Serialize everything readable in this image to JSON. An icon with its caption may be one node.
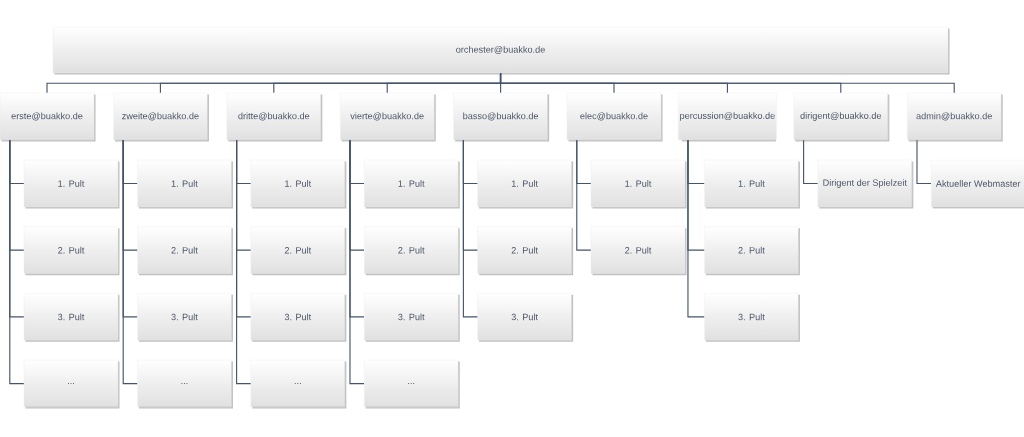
{
  "diagram": {
    "nodes": [
      {
        "text": [
          "orchester@buakko.de"
        ]
      },
      {
        "text": [
          "erste@buakko.de"
        ]
      },
      {
        "text": [
          "zweite@buakko.de"
        ]
      },
      {
        "text": [
          "dritte@buakko.de"
        ]
      },
      {
        "text": [
          "vierte@buakko.de"
        ]
      },
      {
        "text": [
          "basso@buakko.de"
        ]
      },
      {
        "text": [
          "elec@buakko.de"
        ]
      },
      {
        "text": [
          "percussion@buakko.de"
        ]
      },
      {
        "text": [
          "dirigent@buakko.de"
        ]
      },
      {
        "text": [
          "admin@buakko.de"
        ]
      },
      {
        "text": [
          "1. Pult"
        ]
      },
      {
        "text": [
          "2. Pult"
        ]
      },
      {
        "text": [
          "3. Pult"
        ]
      },
      {
        "text": [
          "..."
        ]
      },
      {
        "text": [
          "1. Pult"
        ]
      },
      {
        "text": [
          "2. Pult"
        ]
      },
      {
        "text": [
          "3. Pult"
        ]
      },
      {
        "text": [
          "..."
        ]
      },
      {
        "text": [
          "1. Pult"
        ]
      },
      {
        "text": [
          "2. Pult"
        ]
      },
      {
        "text": [
          "3. Pult"
        ]
      },
      {
        "text": [
          "..."
        ]
      },
      {
        "text": [
          "1. Pult"
        ]
      },
      {
        "text": [
          "2. Pult"
        ]
      },
      {
        "text": [
          "3. Pult"
        ]
      },
      {
        "text": [
          "..."
        ]
      },
      {
        "text": [
          "1. Pult"
        ]
      },
      {
        "text": [
          "2. Pult"
        ]
      },
      {
        "text": [
          "3. Pult"
        ]
      },
      {
        "text": [
          "1. Pult"
        ]
      },
      {
        "text": [
          "2. Pult"
        ]
      },
      {
        "text": [
          "1. Pult"
        ]
      },
      {
        "text": [
          "2. Pult"
        ]
      },
      {
        "text": [
          "3. Pult"
        ]
      },
      {
        "text": [
          "Dirigent der Spielzeit"
        ]
      },
      {
        "text": [
          "Aktueller Webmaster"
        ]
      }
    ],
    "edges": [
      {
        "from": 0,
        "to": 1,
        "arrow": "none"
      },
      {
        "from": 0,
        "to": 2,
        "arrow": "none"
      },
      {
        "from": 0,
        "to": 3,
        "arrow": "none"
      },
      {
        "from": 0,
        "to": 4,
        "arrow": "none"
      },
      {
        "from": 0,
        "to": 5,
        "arrow": "none"
      },
      {
        "from": 0,
        "to": 6,
        "arrow": "none"
      },
      {
        "from": 0,
        "to": 7,
        "arrow": "none"
      },
      {
        "from": 0,
        "to": 8,
        "arrow": "none"
      },
      {
        "from": 0,
        "to": 9,
        "arrow": "none"
      },
      {
        "from": 1,
        "to": 10,
        "arrow": "none"
      },
      {
        "from": 1,
        "to": 11,
        "arrow": "none"
      },
      {
        "from": 1,
        "to": 12,
        "arrow": "none"
      },
      {
        "from": 1,
        "to": 13,
        "arrow": "none"
      },
      {
        "from": 2,
        "to": 14,
        "arrow": "none"
      },
      {
        "from": 2,
        "to": 15,
        "arrow": "none"
      },
      {
        "from": 2,
        "to": 16,
        "arrow": "none"
      },
      {
        "from": 2,
        "to": 17,
        "arrow": "none"
      },
      {
        "from": 3,
        "to": 18,
        "arrow": "none"
      },
      {
        "from": 3,
        "to": 19,
        "arrow": "none"
      },
      {
        "from": 3,
        "to": 20,
        "arrow": "none"
      },
      {
        "from": 3,
        "to": 21,
        "arrow": "none"
      },
      {
        "from": 4,
        "to": 22,
        "arrow": "none"
      },
      {
        "from": 4,
        "to": 23,
        "arrow": "none"
      },
      {
        "from": 4,
        "to": 24,
        "arrow": "none"
      },
      {
        "from": 4,
        "to": 25,
        "arrow": "none"
      },
      {
        "from": 5,
        "to": 26,
        "arrow": "none"
      },
      {
        "from": 5,
        "to": 27,
        "arrow": "none"
      },
      {
        "from": 5,
        "to": 28,
        "arrow": "none"
      },
      {
        "from": 6,
        "to": 29,
        "arrow": "none"
      },
      {
        "from": 6,
        "to": 30,
        "arrow": "none"
      },
      {
        "from": 7,
        "to": 31,
        "arrow": "none"
      },
      {
        "from": 7,
        "to": 32,
        "arrow": "none"
      },
      {
        "from": 7,
        "to": 33,
        "arrow": "none"
      },
      {
        "from": 8,
        "to": 34,
        "arrow": "none"
      },
      {
        "from": 9,
        "to": 35,
        "arrow": "none"
      }
    ]
  }
}
